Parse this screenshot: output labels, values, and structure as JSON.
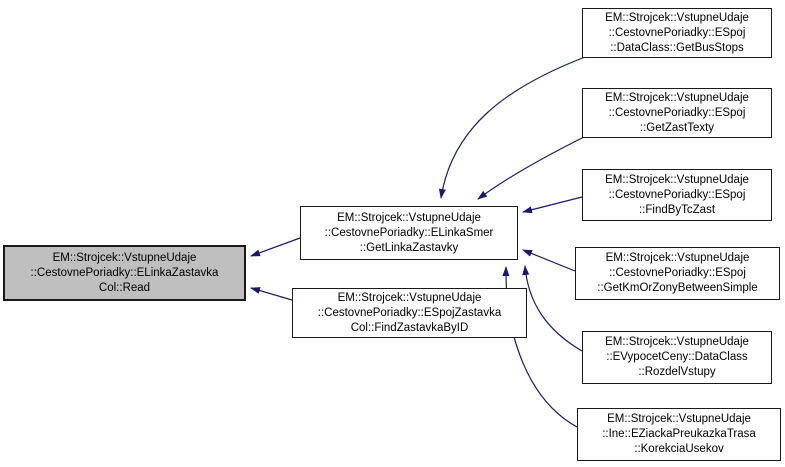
{
  "graph": {
    "type": "call-graph",
    "colors": {
      "edge": "#191970",
      "highlight_fill": "#bfbfbf",
      "node_fill": "#ffffff",
      "node_border": "#1a1a1a"
    },
    "nodes": [
      {
        "id": "read",
        "highlighted": true,
        "label_lines": [
          "EM::Strojcek::VstupneUdaje",
          "::CestovnePoriadky::ELinkaZastavka",
          "Col::Read"
        ]
      },
      {
        "id": "get-linka-zastavky",
        "highlighted": false,
        "label_lines": [
          "EM::Strojcek::VstupneUdaje",
          "::CestovnePoriadky::ELinkaSmer",
          "::GetLinkaZastavky"
        ]
      },
      {
        "id": "find-zastavka-by-id",
        "highlighted": false,
        "label_lines": [
          "EM::Strojcek::VstupneUdaje",
          "::CestovnePoriadky::ESpojZastavka",
          "Col::FindZastavkaByID"
        ]
      },
      {
        "id": "get-bus-stops",
        "highlighted": false,
        "label_lines": [
          "EM::Strojcek::VstupneUdaje",
          "::CestovnePoriadky::ESpoj",
          "::DataClass::GetBusStops"
        ]
      },
      {
        "id": "get-zast-texty",
        "highlighted": false,
        "label_lines": [
          "EM::Strojcek::VstupneUdaje",
          "::CestovnePoriadky::ESpoj",
          "::GetZastTexty"
        ]
      },
      {
        "id": "find-by-tc-zast",
        "highlighted": false,
        "label_lines": [
          "EM::Strojcek::VstupneUdaje",
          "::CestovnePoriadky::ESpoj",
          "::FindByTcZast"
        ]
      },
      {
        "id": "get-km-or-zony-between-simple",
        "highlighted": false,
        "label_lines": [
          "EM::Strojcek::VstupneUdaje",
          "::CestovnePoriadky::ESpoj",
          "::GetKmOrZonyBetweenSimple"
        ]
      },
      {
        "id": "rozdel-vstupy",
        "highlighted": false,
        "label_lines": [
          "EM::Strojcek::VstupneUdaje",
          "::EVypocetCeny::DataClass",
          "::RozdelVstupy"
        ]
      },
      {
        "id": "korekcia-usekov",
        "highlighted": false,
        "label_lines": [
          "EM::Strojcek::VstupneUdaje",
          "::Ine::EZiackaPreukazkaTrasa",
          "::KorekciaUsekov"
        ]
      }
    ],
    "edges": [
      {
        "from": "get-linka-zastavky",
        "to": "read"
      },
      {
        "from": "find-zastavka-by-id",
        "to": "read"
      },
      {
        "from": "get-bus-stops",
        "to": "get-linka-zastavky"
      },
      {
        "from": "get-zast-texty",
        "to": "get-linka-zastavky"
      },
      {
        "from": "find-by-tc-zast",
        "to": "get-linka-zastavky"
      },
      {
        "from": "get-km-or-zony-between-simple",
        "to": "get-linka-zastavky"
      },
      {
        "from": "rozdel-vstupy",
        "to": "get-linka-zastavky"
      },
      {
        "from": "korekcia-usekov",
        "to": "get-linka-zastavky"
      }
    ]
  }
}
